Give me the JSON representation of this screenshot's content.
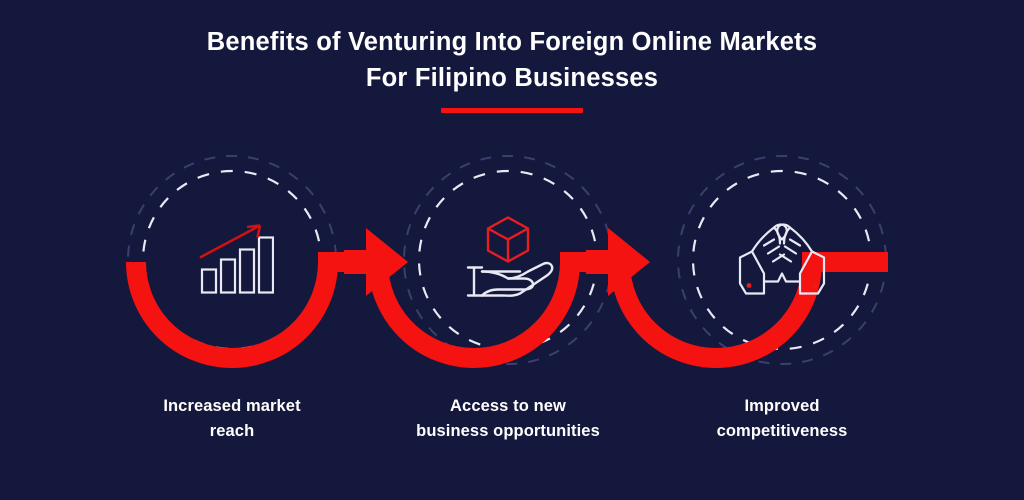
{
  "header": {
    "title_line_1": "Benefits of Venturing Into Foreign Online Markets",
    "title_line_2": "For Filipino Businesses"
  },
  "theme": {
    "background": "#14183c",
    "accent_red": "#f51312",
    "text_white": "#ffffff",
    "outer_ring_dash": "#3a3f6e",
    "inner_ring_dash": "#e8e9f5"
  },
  "steps": [
    {
      "index": "1",
      "icon": "bar-chart-growth-icon",
      "caption_line_1": "Increased market",
      "caption_line_2": "reach"
    },
    {
      "index": "2",
      "icon": "hand-holding-box-icon",
      "caption_line_1": "Access to new",
      "caption_line_2": "business opportunities"
    },
    {
      "index": "3",
      "icon": "handshake-icon",
      "caption_line_1": "Improved",
      "caption_line_2": "competitiveness"
    }
  ],
  "connectors": [
    {
      "name": "arrow-step-1-to-2"
    },
    {
      "name": "arrow-step-2-to-3"
    }
  ]
}
